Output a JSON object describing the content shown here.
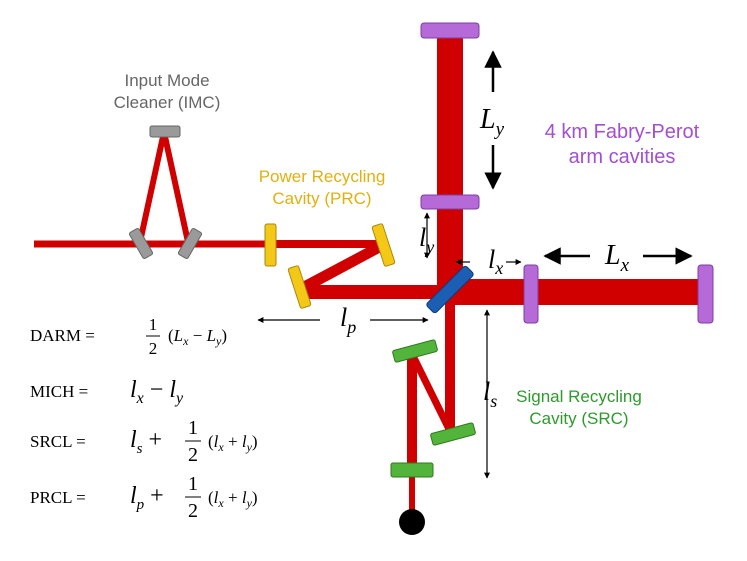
{
  "labels": {
    "imc_line1": "Input Mode",
    "imc_line2": "Cleaner (IMC)",
    "prc_line1": "Power Recycling",
    "prc_line2": "Cavity (PRC)",
    "arms_line1": "4 km Fabry-Perot",
    "arms_line2": "arm cavities",
    "src_line1": "Signal Recycling",
    "src_line2": "Cavity (SRC)"
  },
  "lengths": {
    "Ly_main": "L",
    "Ly_sub": "y",
    "Lx_main": "L",
    "Lx_sub": "x",
    "ly_main": "l",
    "ly_sub": "y",
    "lx_main": "l",
    "lx_sub": "x",
    "lp_main": "l",
    "lp_sub": "p",
    "ls_main": "l",
    "ls_sub": "s"
  },
  "equations": {
    "darm_name": "DARM =",
    "mich_name": "MICH =",
    "srcl_name": "SRCL =",
    "prcl_name": "PRCL =",
    "half_num": "1",
    "half_den": "2"
  },
  "colors": {
    "beam": "#d10000",
    "imc_mirror": "#9a9a9a",
    "prc_mirror": "#f4c817",
    "arm_mirror": "#b56ad8",
    "beamsplitter": "#1b5eb4",
    "src_mirror": "#53b43c",
    "imc_text": "#666666",
    "prc_text": "#e0b10f",
    "arms_text": "#a24fd0",
    "src_text": "#2e9a2e"
  }
}
